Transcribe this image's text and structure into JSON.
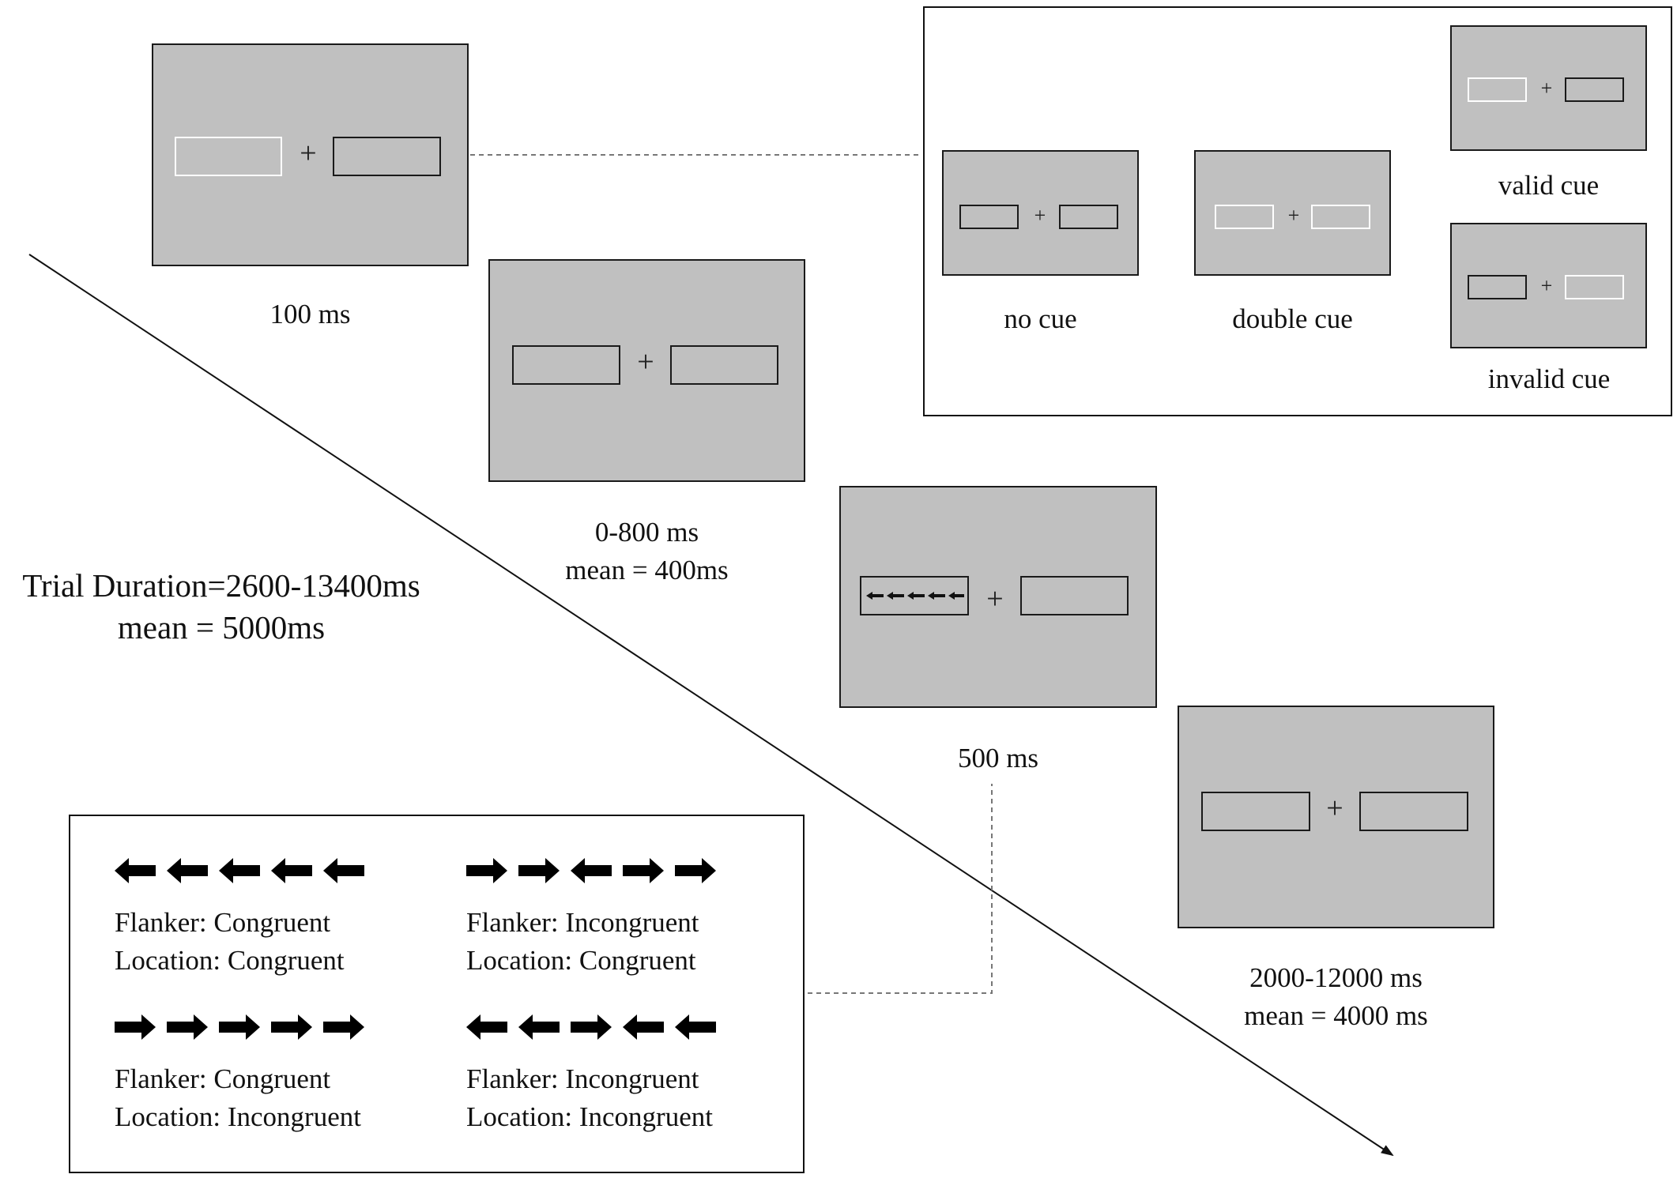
{
  "timeline": {
    "cue_duration": "100 ms",
    "fixation_duration": "0-800 ms",
    "fixation_mean": "mean = 400ms",
    "target_duration": "500 ms",
    "iti_duration": "2000-12000 ms",
    "iti_mean": "mean = 4000 ms"
  },
  "trial": {
    "duration": "Trial Duration=2600-13400ms",
    "mean": "mean = 5000ms"
  },
  "cue_types": {
    "no_cue": "no cue",
    "double_cue": "double cue",
    "valid_cue": "valid cue",
    "invalid_cue": "invalid cue"
  },
  "screen_symbols": {
    "fixation": "+"
  },
  "conditions": [
    {
      "flanker": "Flanker: Congruent",
      "location": "Location: Congruent",
      "arrows": [
        "left",
        "left",
        "left",
        "left",
        "left"
      ]
    },
    {
      "flanker": "Flanker: Incongruent",
      "location": "Location: Congruent",
      "arrows": [
        "right",
        "right",
        "left",
        "right",
        "right"
      ]
    },
    {
      "flanker": "Flanker: Congruent",
      "location": "Location: Incongruent",
      "arrows": [
        "right",
        "right",
        "right",
        "right",
        "right"
      ]
    },
    {
      "flanker": "Flanker: Incongruent",
      "location": "Location: Incongruent",
      "arrows": [
        "left",
        "left",
        "right",
        "left",
        "left"
      ]
    }
  ],
  "colors": {
    "screen_gray": "#c0c0c0",
    "outline": "#1a1a1a",
    "cue_highlight": "#ffffff"
  }
}
